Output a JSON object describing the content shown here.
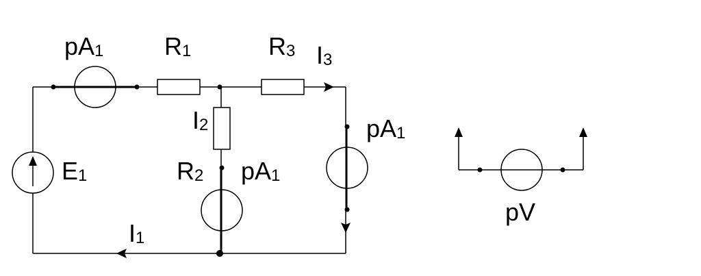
{
  "labels": {
    "ammeter_top": {
      "main": "pA",
      "sub": "1"
    },
    "r1": {
      "main": "R",
      "sub": "1"
    },
    "r3": {
      "main": "R",
      "sub": "3"
    },
    "i3": {
      "main": "I",
      "sub": "3"
    },
    "i2": {
      "main": "I",
      "sub": "2"
    },
    "e1": {
      "main": "E",
      "sub": "1"
    },
    "r2": {
      "main": "R",
      "sub": "2"
    },
    "ammeter_mid": {
      "main": "pA",
      "sub": "1"
    },
    "ammeter_right": {
      "main": "pA",
      "sub": "1"
    },
    "i1": {
      "main": "I",
      "sub": "1"
    },
    "voltmeter": {
      "main": "pV"
    }
  }
}
